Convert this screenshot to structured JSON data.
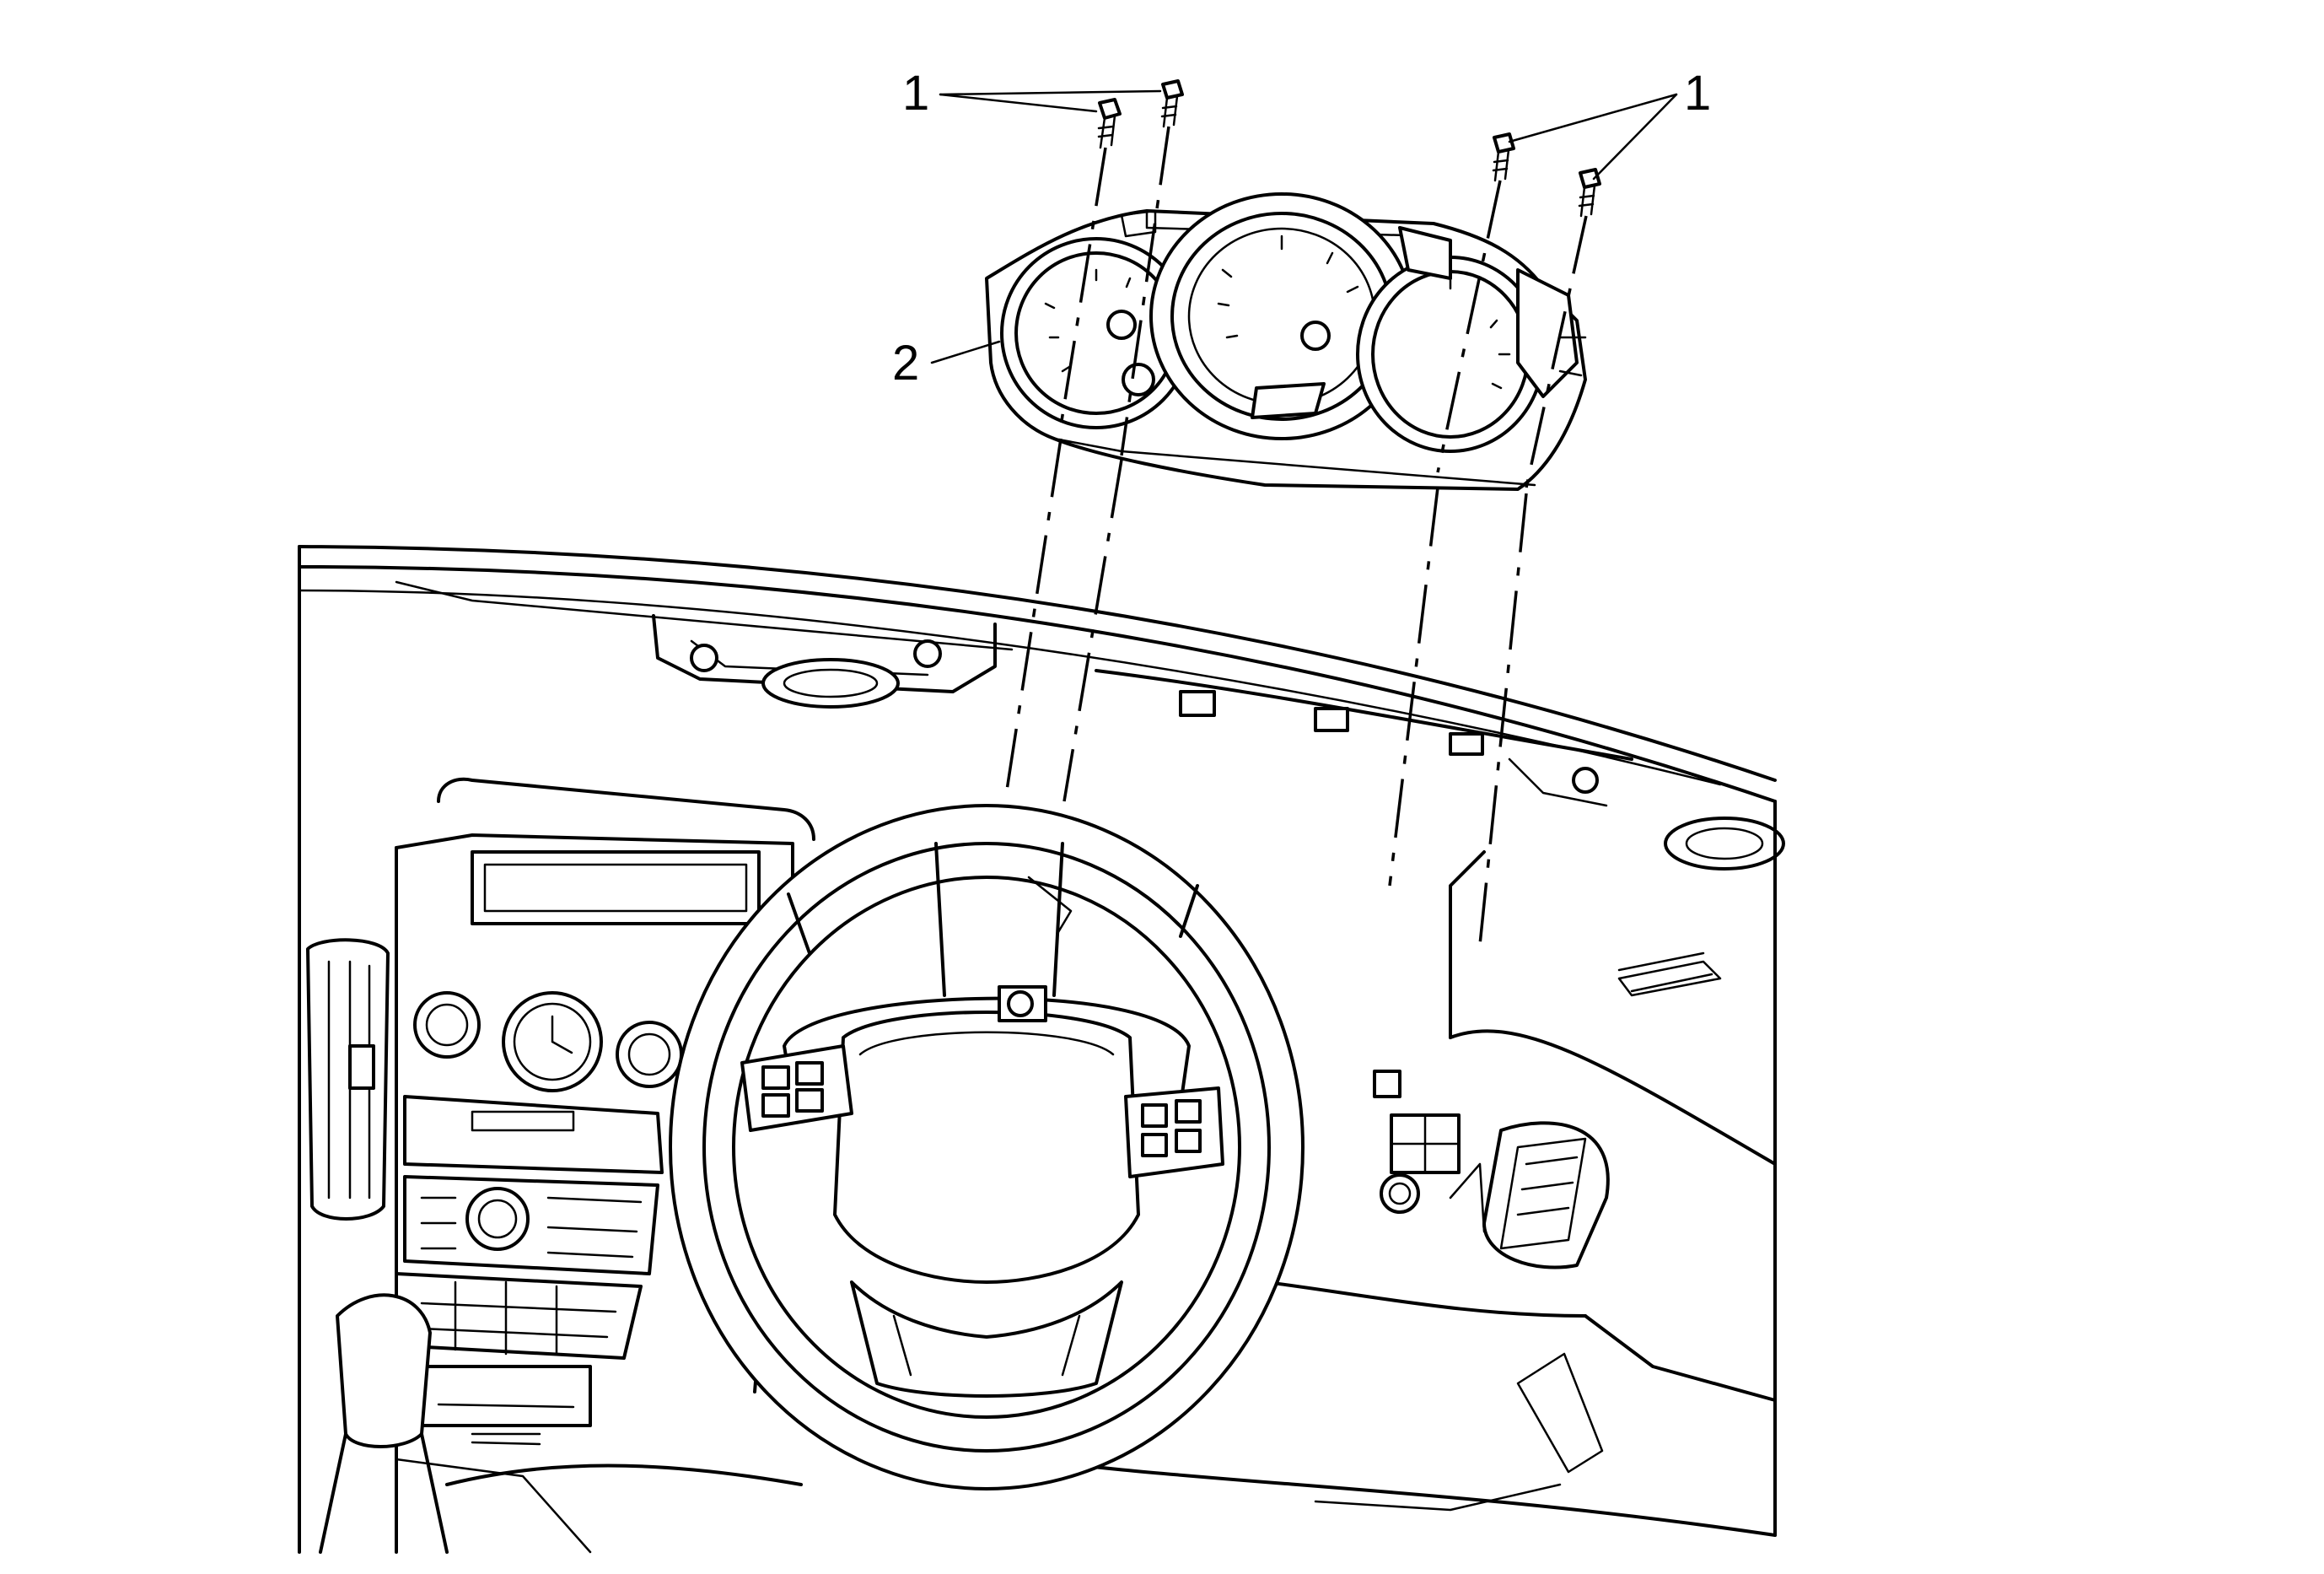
{
  "callouts": [
    {
      "label": "1",
      "part": "cluster-bolt"
    },
    {
      "label": "1",
      "part": "cluster-bolt"
    },
    {
      "label": "2",
      "part": "instrument-cluster"
    }
  ]
}
